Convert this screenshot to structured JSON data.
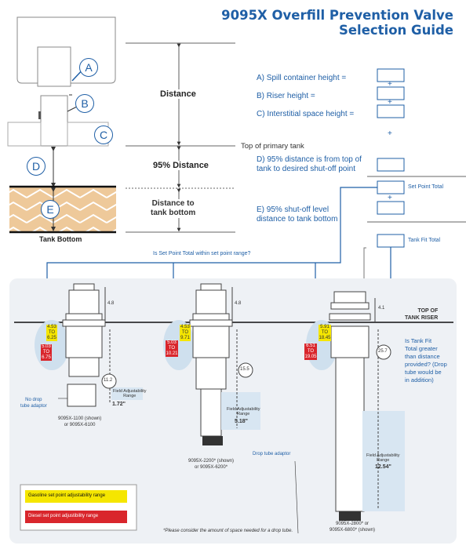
{
  "title": {
    "line1": "9095X Overfill Prevention Valve",
    "line2": "Selection Guide"
  },
  "markers": {
    "a": "A",
    "b": "B",
    "c": "C",
    "d": "D",
    "e": "E"
  },
  "tank_bottom_label": "Tank Bottom",
  "measure_labels": {
    "distance": "Distance",
    "pct95": "95% Distance",
    "to_bottom_line1": "Distance to",
    "to_bottom_line2": "tank bottom"
  },
  "form": {
    "a": "A) Spill container height =",
    "b": "B) Riser height =",
    "c": "C) Interstitial space height =",
    "top_primary": "Top of primary tank",
    "d_line1": "D) 95% distance is from top of",
    "d_line2": "tank to desired shut-off point",
    "e_line1": "E) 95% shut-off level",
    "e_line2": "distance to tank bottom",
    "plus": "+",
    "set_point_total": "Set Point Total",
    "tank_fit_total": "Tank Fit Total"
  },
  "question_range": "Is Set Point Total within set point range?",
  "top_riser": {
    "line1": "TOP OF",
    "line2": "TANK RISER"
  },
  "question_fit": [
    "Is Tank Fit",
    "Total greater",
    "than distance",
    "provided? (Drop",
    "tube would be",
    "in addition)"
  ],
  "valves": [
    {
      "model": "9095X-1100 (shown)",
      "model2": "or 9095X-6100",
      "top_dim": "4.8",
      "gas": [
        "4.53",
        "TO",
        "6.25"
      ],
      "diesel": [
        "5.03",
        "TO",
        "6.75"
      ],
      "fit": "11.2",
      "range_label": [
        "Field Adjustability",
        "Range"
      ],
      "range": "1.72\""
    },
    {
      "model": "9095X-2200* (shown)",
      "model2": "or 9095X-6200*",
      "top_dim": "4.8",
      "gas": [
        "4.53",
        "TO",
        "9.71"
      ],
      "diesel": [
        "5.03",
        "TO",
        "10.21"
      ],
      "fit": "15.5",
      "range_label": [
        "Field Adjustability",
        "Range"
      ],
      "range": "5.18\""
    },
    {
      "model": "9095X-2800* or",
      "model2": "9095X-6800* (shown)",
      "top_dim": "4.1",
      "gas": [
        "5.91",
        "TO",
        "18.45"
      ],
      "diesel": [
        "6.51",
        "TO",
        "19.05"
      ],
      "fit": "25.7",
      "range_label": [
        "Field Adjustability",
        "Range"
      ],
      "range": "12.54\""
    }
  ],
  "no_drop": [
    "No drop",
    "tube adaptor"
  ],
  "drop_adaptor": "Drop tube adaptor",
  "legend": {
    "gas": "Gasoline set point adjustability range",
    "diesel": "Diesel set point adjustibility range"
  },
  "footnote": "*Please consider the amount of space needed for a drop tube.",
  "colors": {
    "blue": "#1f5fa6",
    "gas": "#f5e600",
    "diesel": "#d9262c",
    "panel": "#eef1f5",
    "rangebox": "#d8e6f2",
    "sand": "#eec99a"
  }
}
